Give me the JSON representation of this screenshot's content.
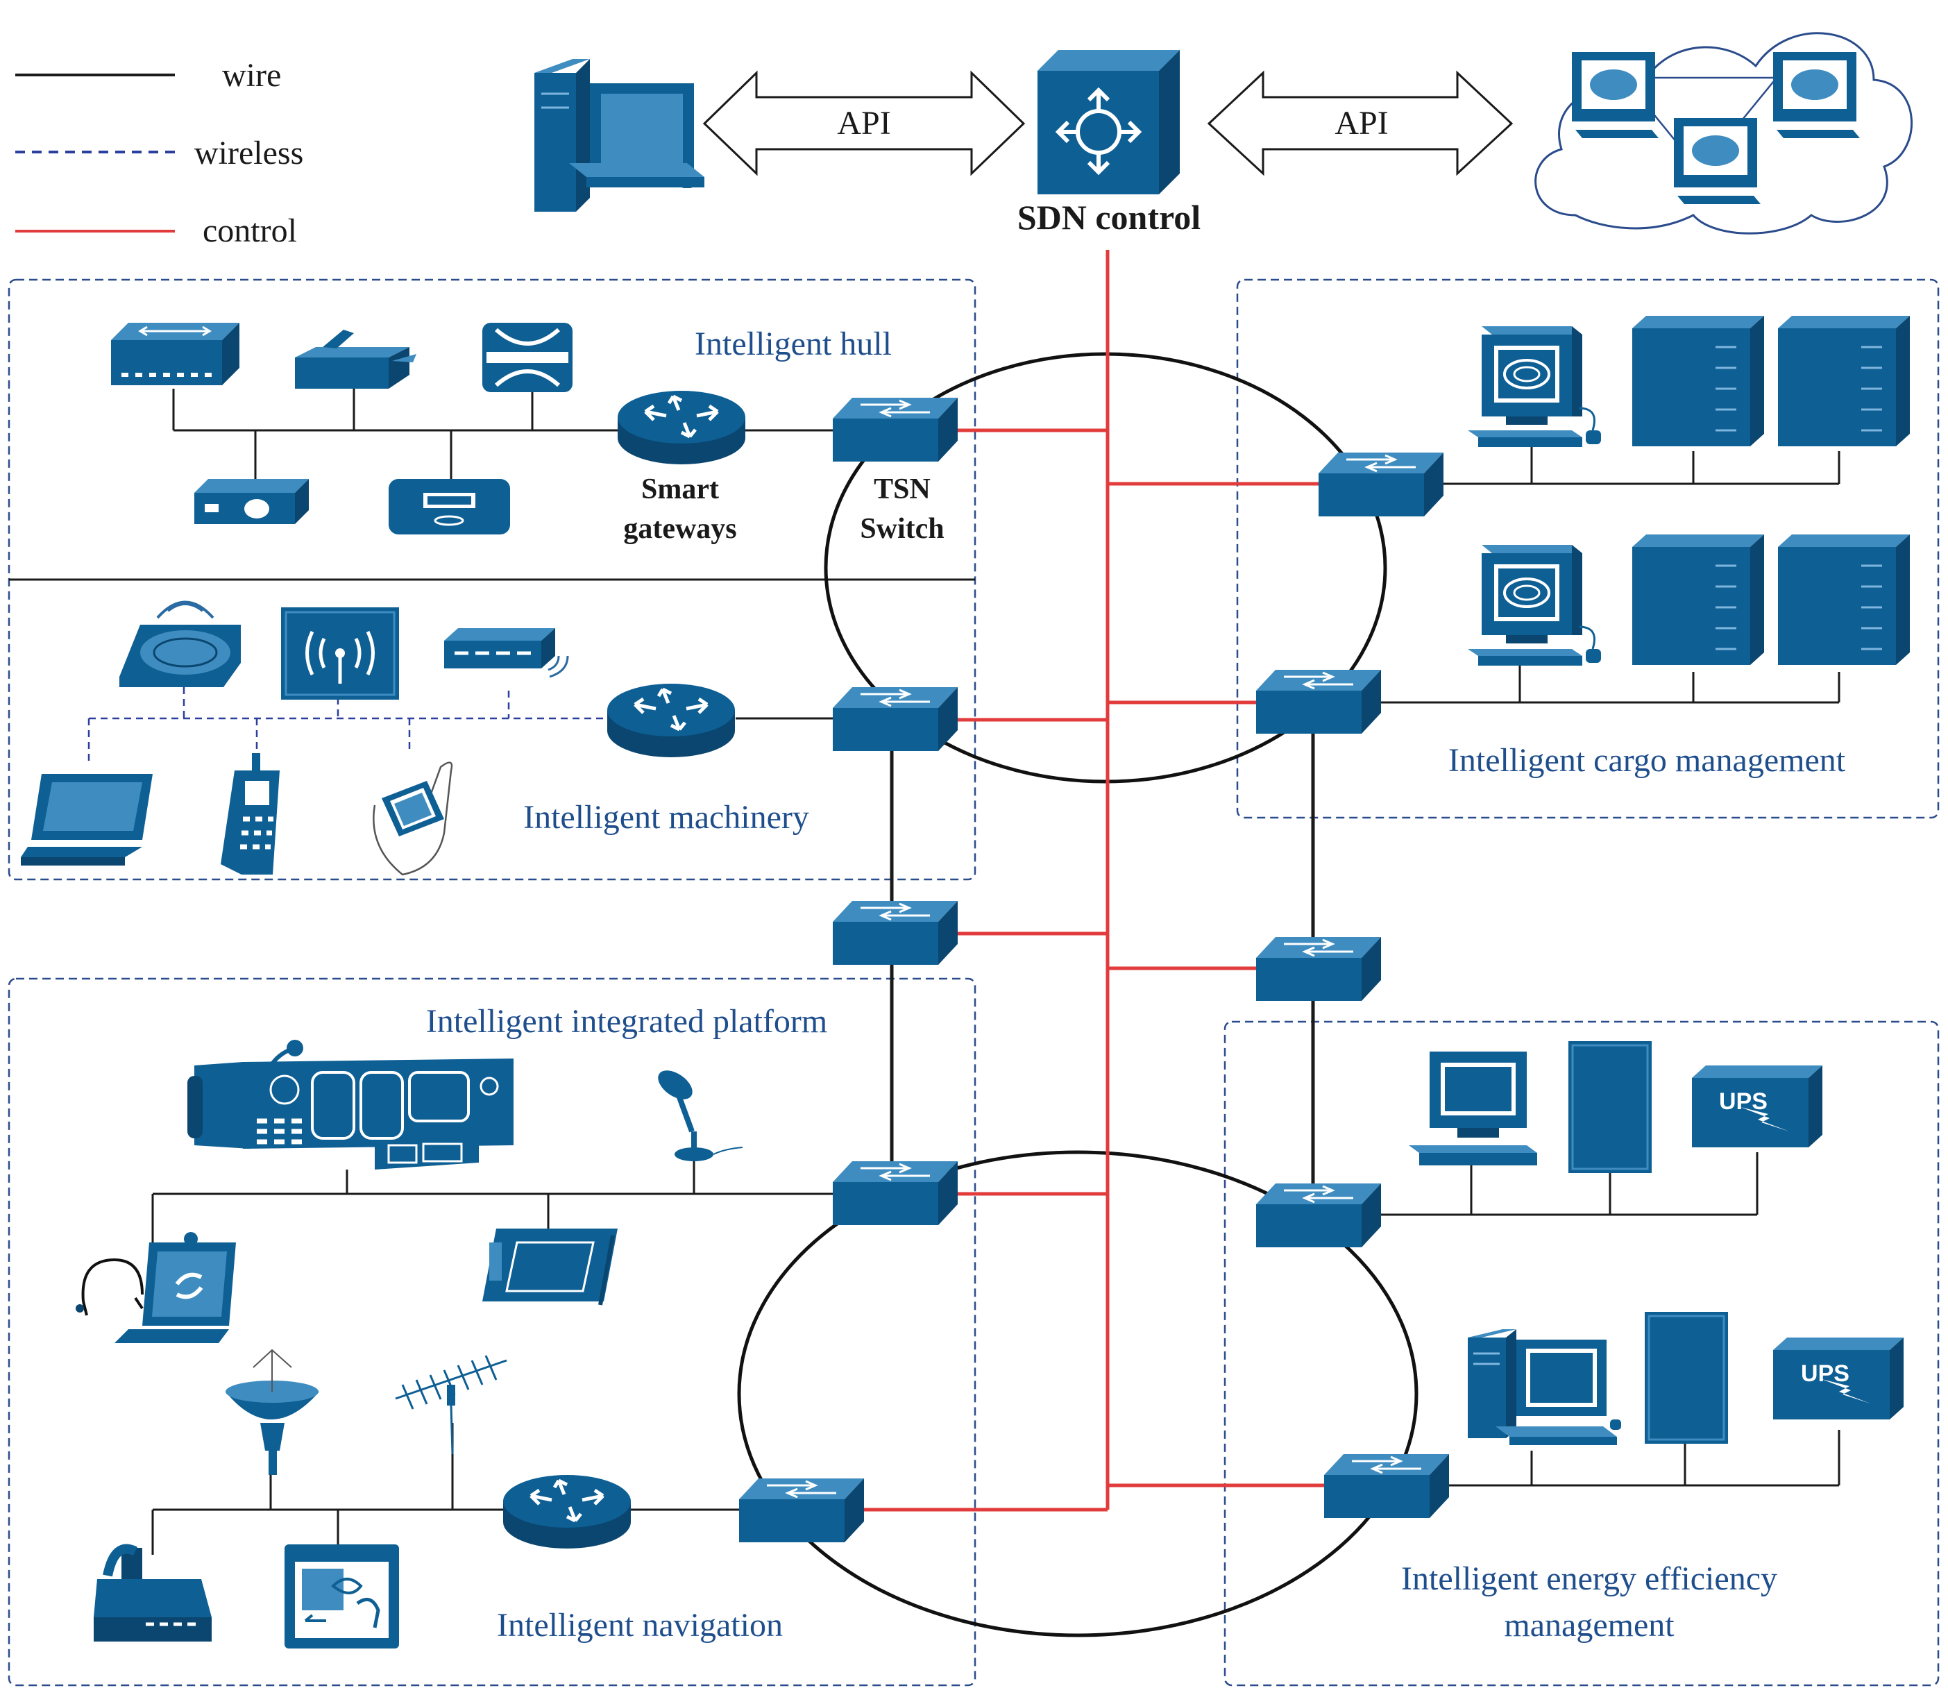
{
  "legend": {
    "wire": "wire",
    "wireless": "wireless",
    "control": "control"
  },
  "top": {
    "api_left": "API",
    "api_right": "API",
    "sdn_control": "SDN control"
  },
  "hull": {
    "title": "Intelligent hull",
    "gateway_line1": "Smart",
    "gateway_line2": "gateways",
    "switch_line1": "TSN",
    "switch_line2": "Switch"
  },
  "machinery": {
    "title": "Intelligent machinery"
  },
  "cargo": {
    "title": "Intelligent cargo management"
  },
  "platform": {
    "title": "Intelligent integrated platform"
  },
  "navigation": {
    "title": "Intelligent navigation"
  },
  "energy": {
    "title_line1": "Intelligent energy efficiency",
    "title_line2": "management",
    "ups1": "UPS",
    "ups2": "UPS"
  },
  "colors": {
    "device_blue": "#0e5f94",
    "zone_border": "#2b4c8c",
    "control_red": "#e23b3b",
    "wireless_blue": "#2b3f9e"
  }
}
